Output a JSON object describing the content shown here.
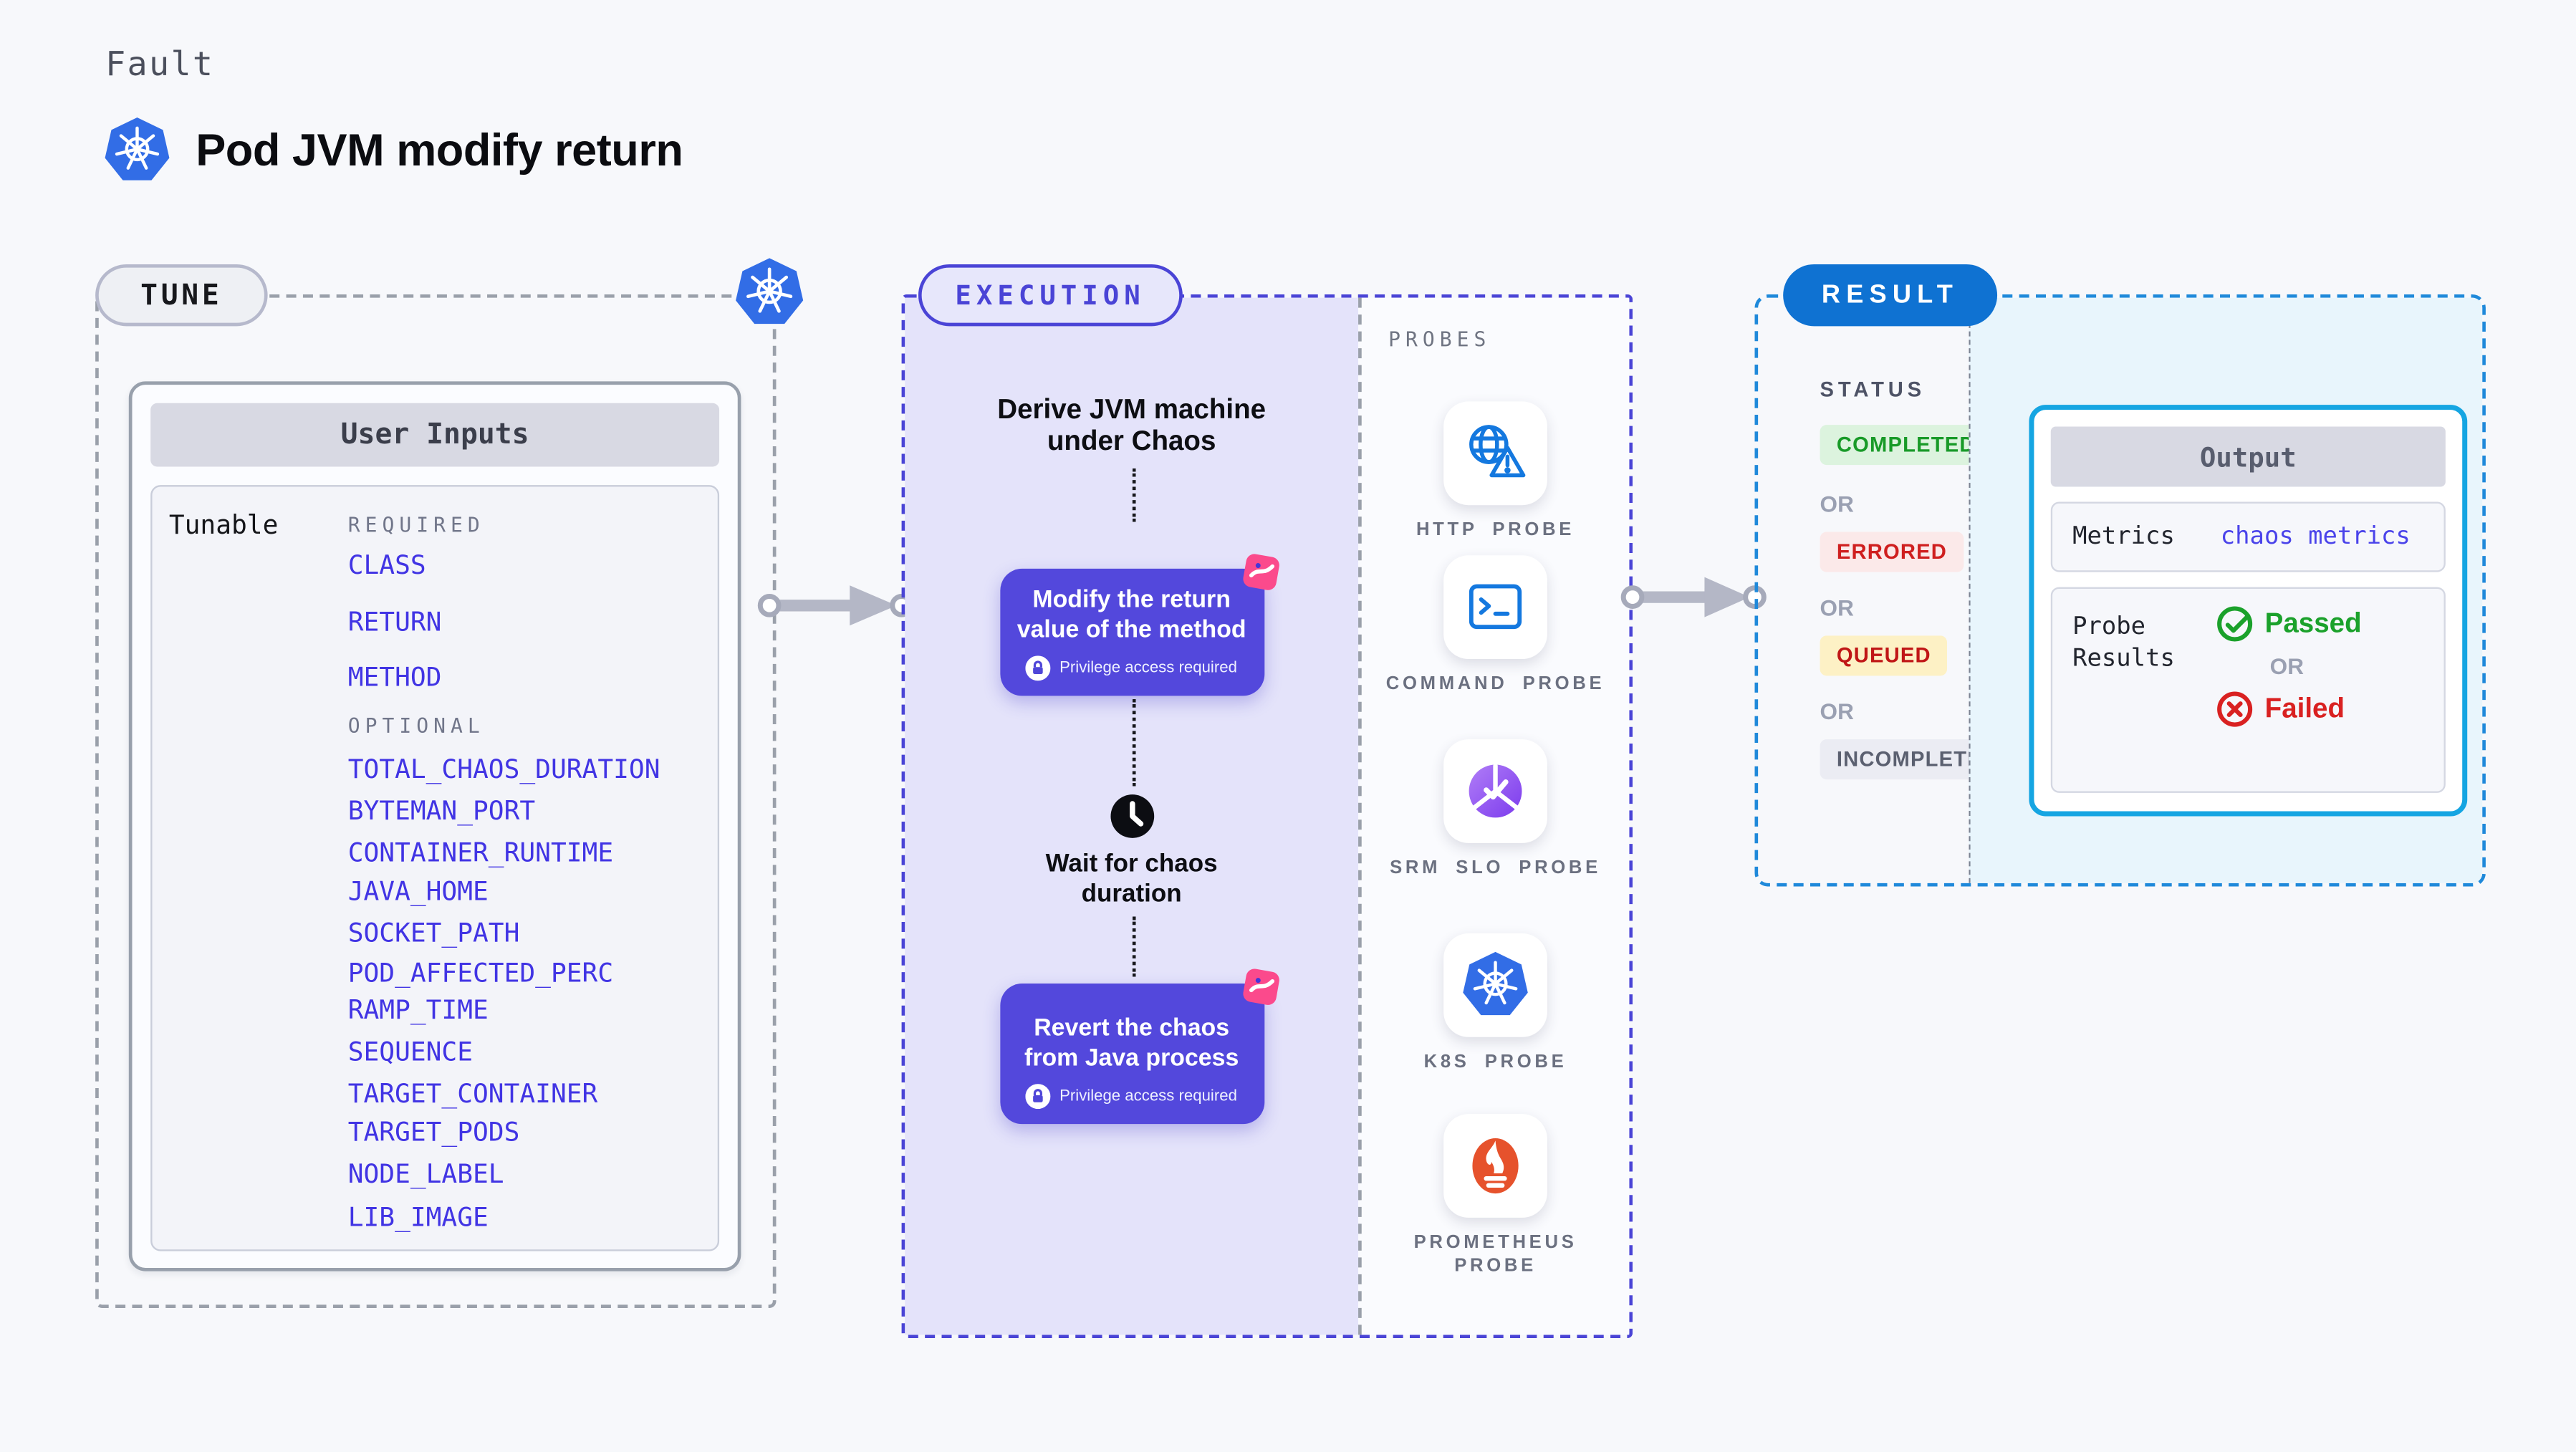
{
  "header": {
    "kicker": "Fault",
    "title": "Pod JVM modify return"
  },
  "tune": {
    "badge": "TUNE",
    "panel_title": "User Inputs",
    "row_label": "Tunable",
    "required_heading": "REQUIRED",
    "optional_heading": "OPTIONAL",
    "required_params": [
      "CLASS",
      "RETURN",
      "METHOD"
    ],
    "optional_params": [
      "TOTAL_CHAOS_DURATION",
      "BYTEMAN_PORT",
      "CONTAINER_RUNTIME",
      "JAVA_HOME",
      "SOCKET_PATH",
      "POD_AFFECTED_PERC",
      "RAMP_TIME",
      "SEQUENCE",
      "TARGET_CONTAINER",
      "TARGET_PODS",
      "NODE_LABEL",
      "LIB_IMAGE"
    ]
  },
  "execution": {
    "badge": "EXECUTION",
    "step_derive": {
      "line1": "Derive JVM machine",
      "line2": "under Chaos"
    },
    "action_modify": {
      "line1": "Modify the return",
      "line2": "value of the method",
      "note": "Privilege access required"
    },
    "step_wait": {
      "line1": "Wait for chaos",
      "line2": "duration"
    },
    "action_revert": {
      "line1": "Revert the chaos",
      "line2": "from Java process",
      "note": "Privilege access required"
    }
  },
  "probes": {
    "heading": "PROBES",
    "items": [
      {
        "label": "HTTP PROBE",
        "icon": "http-probe-icon"
      },
      {
        "label": "COMMAND PROBE",
        "icon": "command-probe-icon"
      },
      {
        "label": "SRM SLO PROBE",
        "icon": "srm-slo-probe-icon"
      },
      {
        "label": "K8S PROBE",
        "icon": "k8s-probe-icon"
      },
      {
        "label": "PROMETHEUS PROBE",
        "icon": "prometheus-probe-icon"
      }
    ]
  },
  "result": {
    "badge": "RESULT",
    "status_heading": "STATUS",
    "statuses": [
      "COMPLETED",
      "ERRORED",
      "QUEUED",
      "INCOMPLETED"
    ],
    "or_label": "OR",
    "output": {
      "title": "Output",
      "metrics_label": "Metrics",
      "metrics_value": "chaos metrics",
      "probe_results_label": "Probe Results",
      "passed_label": "Passed",
      "or_label": "OR",
      "failed_label": "Failed"
    }
  },
  "colors": {
    "page_bg": "#f7f8fb",
    "k8s_blue": "#326de6",
    "accent_indigo": "#5348dc",
    "accent_pink": "#fb4a8c",
    "result_blue": "#0f72d2",
    "output_border_cyan": "#15a5e2",
    "probe_icon_blue": "#1478df",
    "prometheus_orange": "#e6522c",
    "srm_purple": "#7c3bed",
    "passed_green": "#1ba12b",
    "failed_red": "#d92121",
    "completed_green": "#189a28",
    "errored_red": "#cf1f1f",
    "queued_red": "#c01616",
    "param_link_blue": "#4134e4"
  }
}
